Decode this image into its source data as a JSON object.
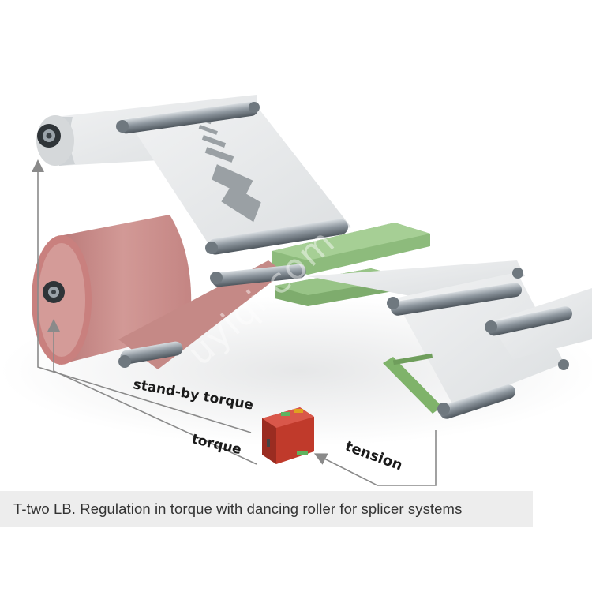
{
  "labels": {
    "standby_torque": "stand-by torque",
    "torque": "torque",
    "tension": "tension"
  },
  "caption": "T-two LB. Regulation in torque with dancing roller for splicer systems",
  "watermark": "uyiqi.com",
  "colors": {
    "web": "#e9ebec",
    "unwind_roll": "#c98a88",
    "splicer_green": "#8dbb7c",
    "dancer_arm": "#7fb36a",
    "controller_red": "#c03a2b",
    "signal_line": "#8a8a8a"
  }
}
